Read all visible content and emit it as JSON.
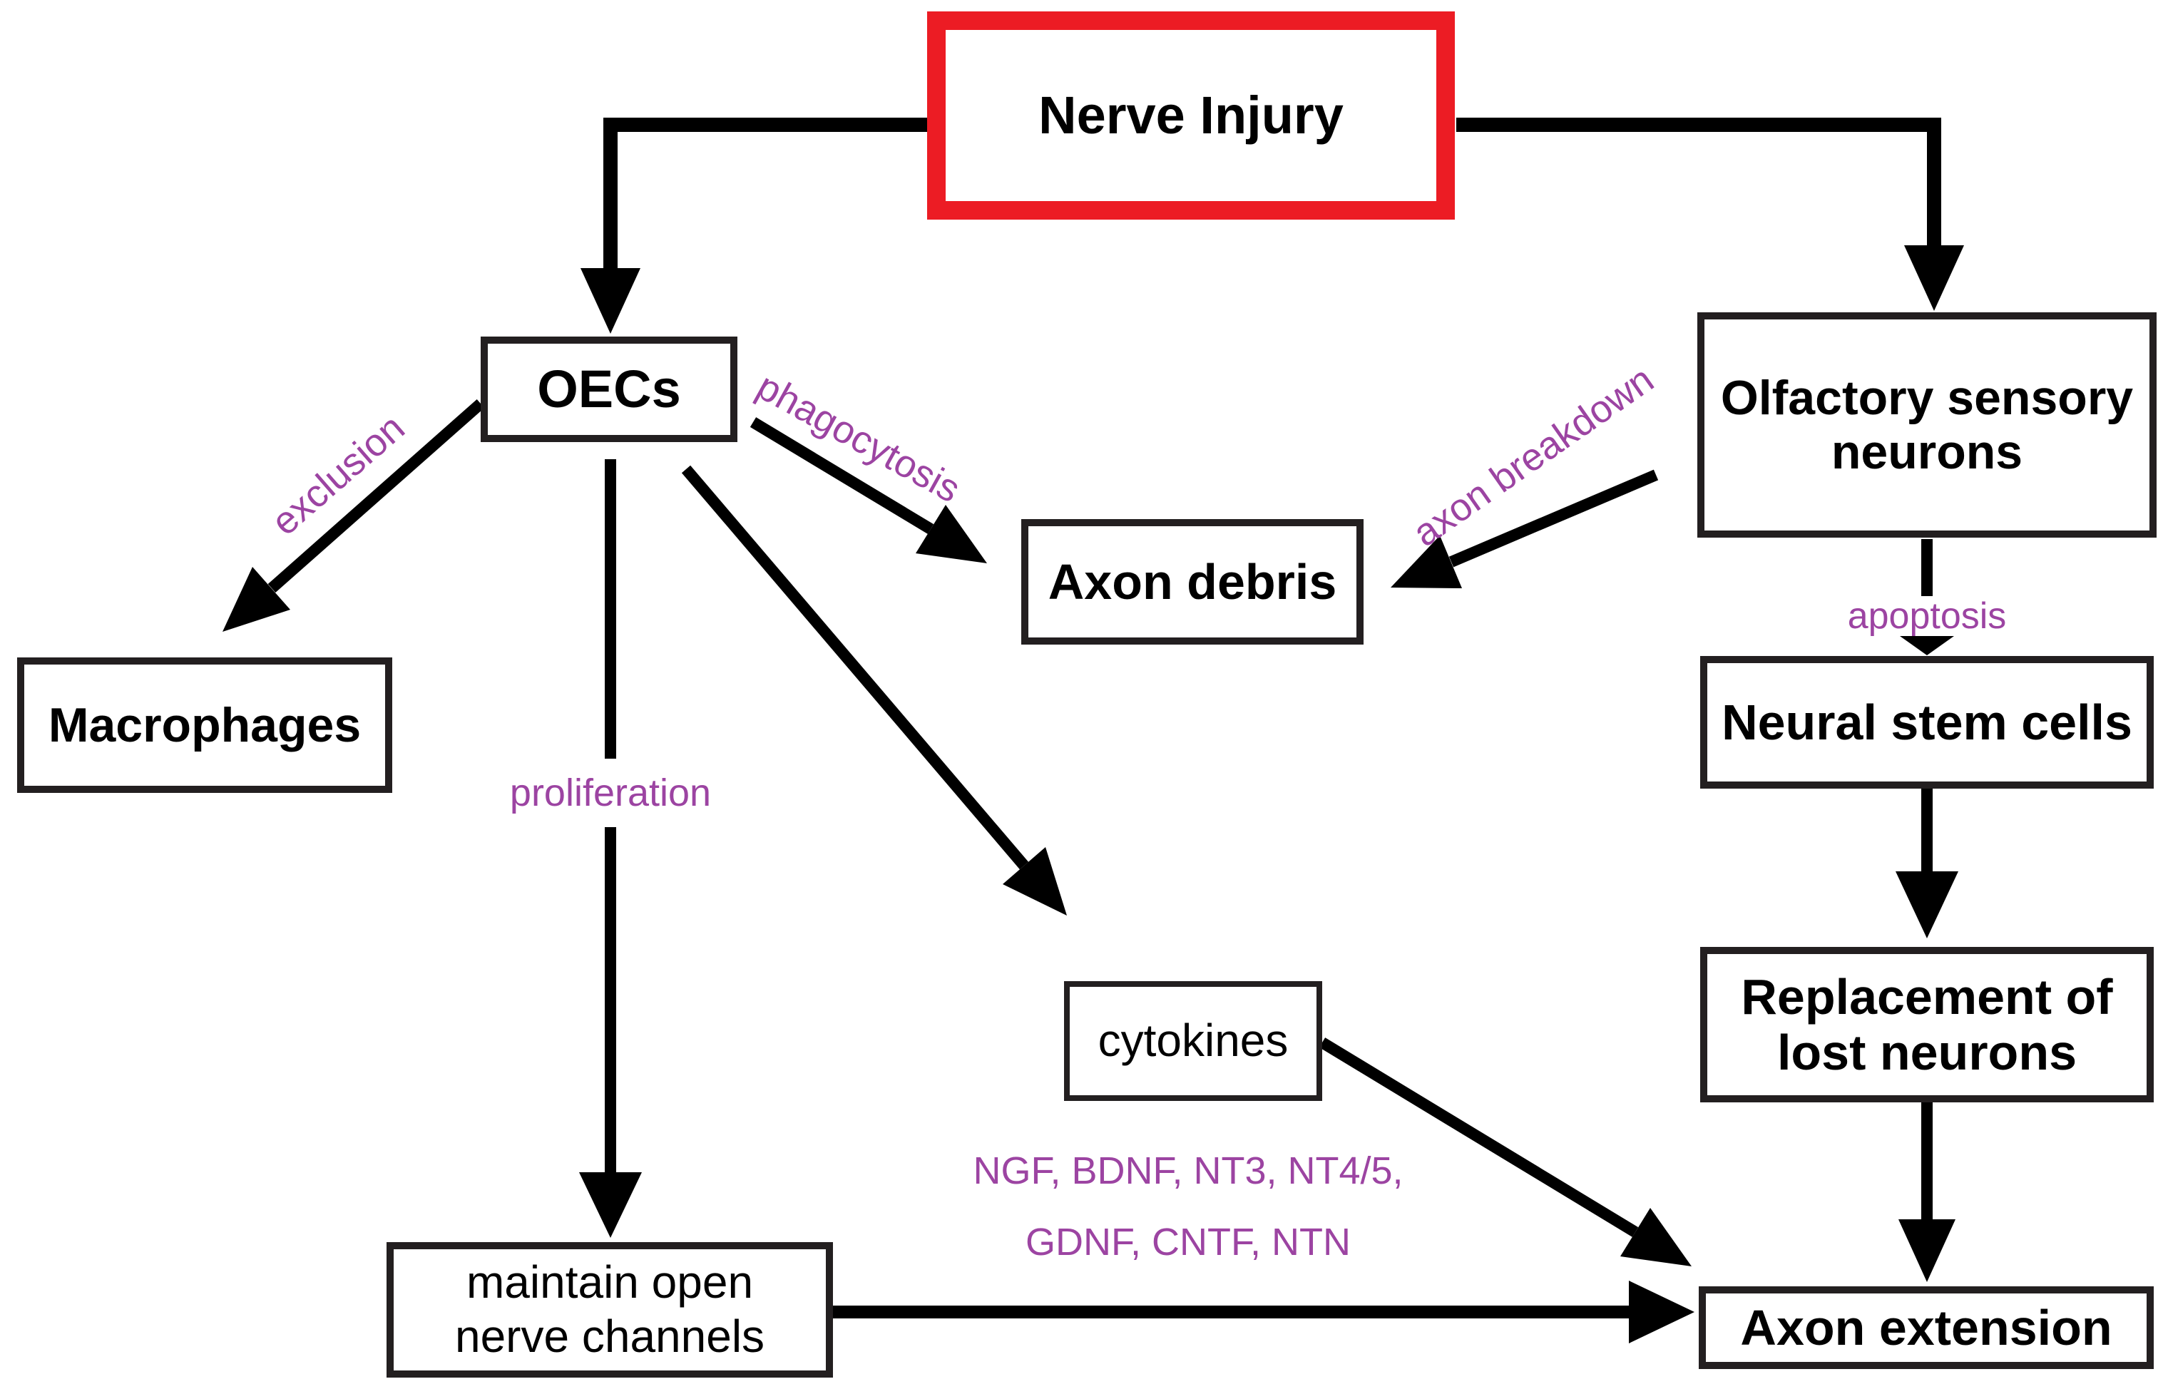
{
  "colors": {
    "accent_red": "#ec1c24",
    "label_purple": "#9c44a2",
    "ink": "#231f20"
  },
  "nodes": {
    "nerve_injury": "Nerve Injury",
    "oecs": "OECs",
    "olfactory_sensory_neurons": "Olfactory sensory neurons",
    "macrophages": "Macrophages",
    "axon_debris": "Axon debris",
    "neural_stem_cells": "Neural stem cells",
    "replacement_of_lost_neurons": "Replacement of lost neurons",
    "cytokines": "cytokines",
    "maintain_open_nerve_channels": "maintain open nerve channels",
    "axon_extension": "Axon extension"
  },
  "edge_labels": {
    "exclusion": "exclusion",
    "phagocytosis": "phagocytosis",
    "proliferation": "proliferation",
    "axon_breakdown": "axon breakdown",
    "apoptosis": "apoptosis"
  },
  "cytokine_factors": {
    "line1": "NGF, BDNF, NT3, NT4/5,",
    "line2": "GDNF, CNTF, NTN"
  }
}
